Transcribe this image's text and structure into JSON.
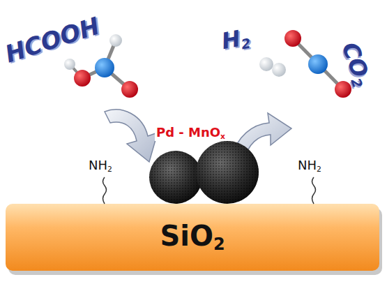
{
  "diagram": {
    "nodes": [
      {
        "text": [
          "SiO2"
        ]
      }
    ],
    "labels": [
      "HCOOH",
      "H2",
      "CO2",
      "Pd - MnOx",
      "NH2",
      "NH2"
    ]
  }
}
